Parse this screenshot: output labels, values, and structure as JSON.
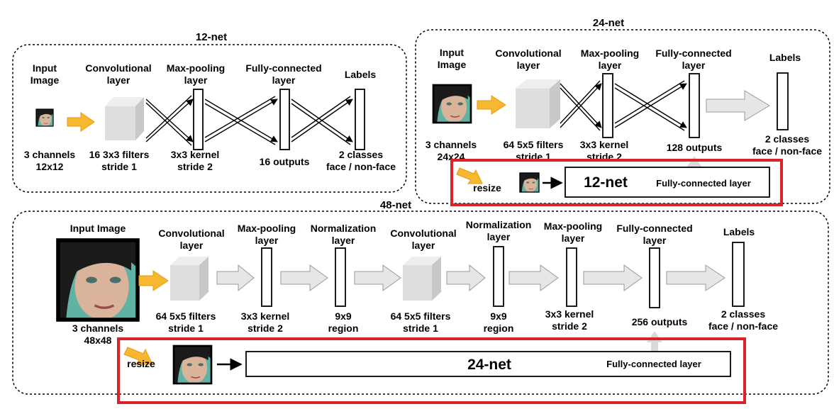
{
  "colors": {
    "highlight_box": "#d9232a",
    "yellow_arrow": "#f6b830",
    "gray_arrow": "#e6e6e6",
    "conv_block": "#dedede",
    "face_skin": "#d9b39a",
    "face_hair": "#1a1a1a",
    "face_bg": "#5fb3a5"
  },
  "net12": {
    "title": "12-net",
    "input": {
      "title_1": "Input",
      "title_2": "Image",
      "sub_1": "3 channels",
      "sub_2": "12x12",
      "icon": "face-image"
    },
    "conv": {
      "title_1": "Convolutional",
      "title_2": "layer",
      "sub_1": "16 3x3 filters",
      "sub_2": "stride 1"
    },
    "pool": {
      "title_1": "Max-pooling",
      "title_2": "layer",
      "sub_1": "3x3 kernel",
      "sub_2": "stride 2"
    },
    "fc": {
      "title_1": "Fully-connected",
      "title_2": "layer",
      "sub_1": "16 outputs"
    },
    "labels": {
      "title": "Labels",
      "sub_1": "2 classes",
      "sub_2": "face / non-face"
    }
  },
  "net24": {
    "title": "24-net",
    "input": {
      "title_1": "Input",
      "title_2": "Image",
      "sub_1": "3 channels",
      "sub_2": "24x24",
      "icon": "face-image"
    },
    "conv": {
      "title_1": "Convolutional",
      "title_2": "layer",
      "sub_1": "64 5x5 filters",
      "sub_2": "stride 1"
    },
    "pool": {
      "title_1": "Max-pooling",
      "title_2": "layer",
      "sub_1": "3x3 kernel",
      "sub_2": "stride 2"
    },
    "fc": {
      "title_1": "Fully-connected",
      "title_2": "layer",
      "sub_1": "128 outputs"
    },
    "labels": {
      "title": "Labels",
      "sub_1": "2 classes",
      "sub_2": "face / non-face"
    },
    "sub": {
      "resize": "resize",
      "net_name": "12-net",
      "layer": "Fully-connected layer"
    }
  },
  "net48": {
    "title": "48-net",
    "input": {
      "title_1": "Input Image",
      "sub_1": "3 channels",
      "sub_2": "48x48",
      "icon": "face-image"
    },
    "conv1": {
      "title_1": "Convolutional",
      "title_2": "layer",
      "sub_1": "64 5x5 filters",
      "sub_2": "stride 1"
    },
    "pool1": {
      "title_1": "Max-pooling",
      "title_2": "layer",
      "sub_1": "3x3 kernel",
      "sub_2": "stride 2"
    },
    "norm1": {
      "title_1": "Normalization",
      "title_2": "layer",
      "sub_1": "9x9",
      "sub_2": "region"
    },
    "conv2": {
      "title_1": "Convolutional",
      "title_2": "layer",
      "sub_1": "64 5x5 filters",
      "sub_2": "stride 1"
    },
    "norm2": {
      "title_1": "Normalization",
      "title_2": "layer",
      "sub_1": "9x9",
      "sub_2": "region"
    },
    "pool2": {
      "title_1": "Max-pooling",
      "title_2": "layer",
      "sub_1": "3x3 kernel",
      "sub_2": "stride 2"
    },
    "fc": {
      "title_1": "Fully-connected",
      "title_2": "layer",
      "sub_1": "256 outputs"
    },
    "labels": {
      "title": "Labels",
      "sub_1": "2 classes",
      "sub_2": "face / non-face"
    },
    "sub": {
      "resize": "resize",
      "net_name": "24-net",
      "layer": "Fully-connected layer"
    }
  }
}
